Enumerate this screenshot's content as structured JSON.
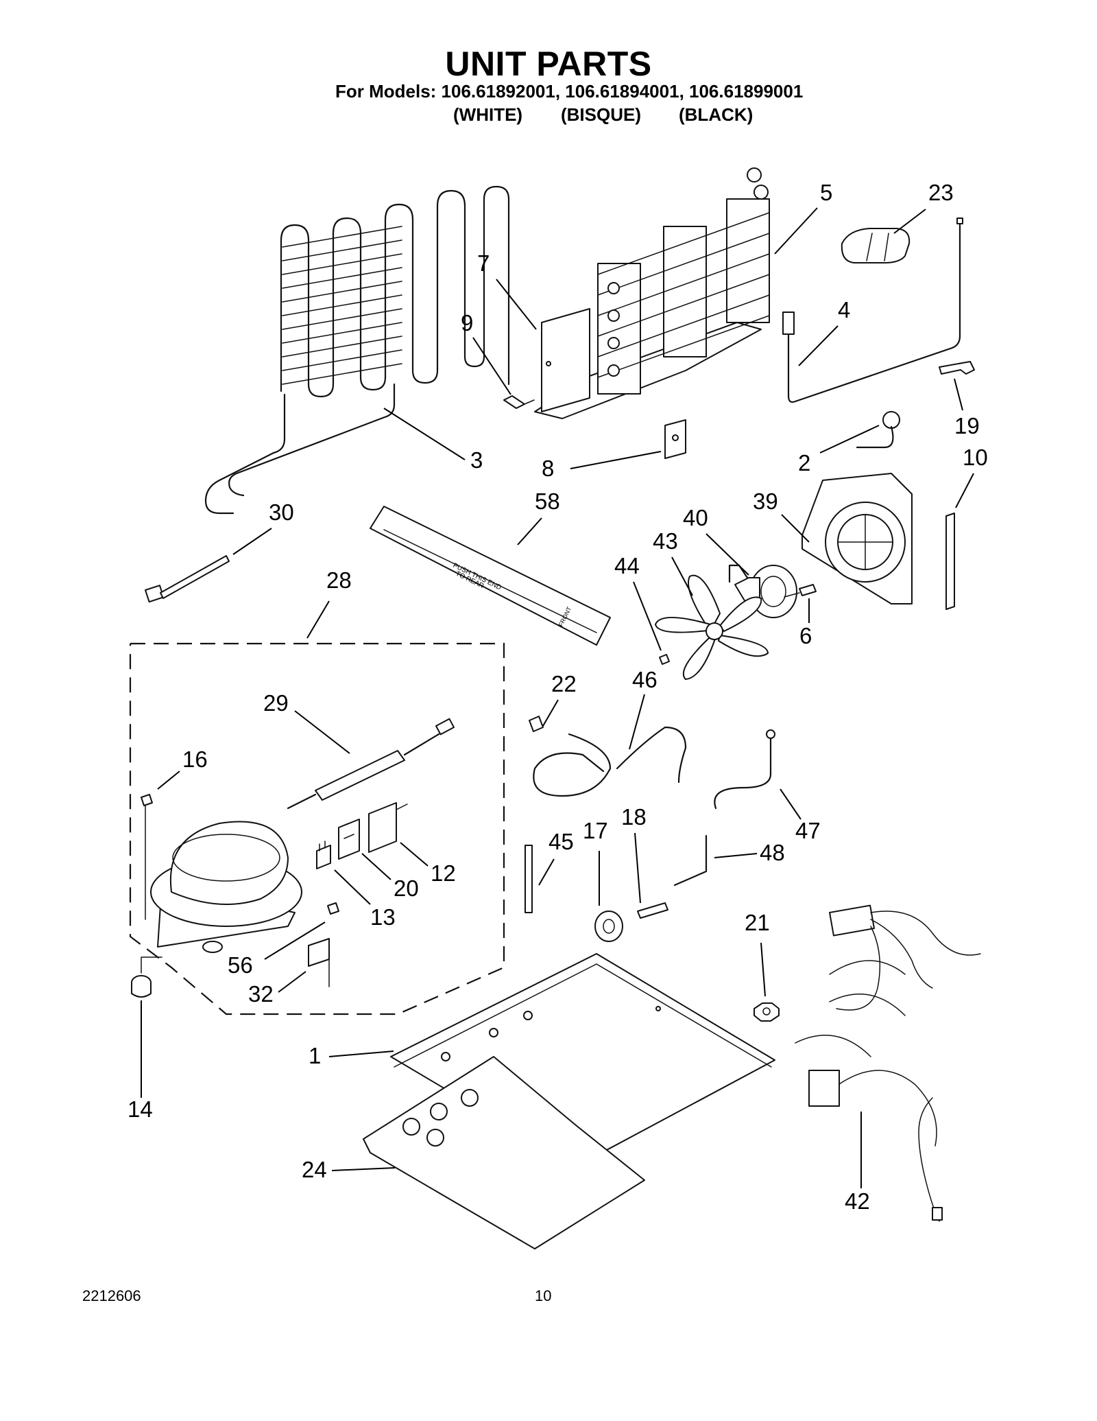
{
  "page": {
    "title": "UNIT PARTS",
    "models_line": "For Models: 106.61892001, 106.61894001, 106.61899001",
    "variants": [
      "(WHITE)",
      "(BISQUE)",
      "(BLACK)"
    ],
    "document_number": "2212606",
    "page_number": "10"
  },
  "callouts": {
    "c1": "1",
    "c2": "2",
    "c3": "3",
    "c4": "4",
    "c5": "5",
    "c6": "6",
    "c7": "7",
    "c8": "8",
    "c9": "9",
    "c10": "10",
    "c12": "12",
    "c13": "13",
    "c14": "14",
    "c16": "16",
    "c17": "17",
    "c18": "18",
    "c19": "19",
    "c20": "20",
    "c21": "21",
    "c22": "22",
    "c23": "23",
    "c24": "24",
    "c28": "28",
    "c29": "29",
    "c30": "30",
    "c32": "32",
    "c39": "39",
    "c40": "40",
    "c42": "42",
    "c43": "43",
    "c44": "44",
    "c45": "45",
    "c46": "46",
    "c47": "47",
    "c48": "48",
    "c56": "56",
    "c58": "58"
  },
  "part_markings": {
    "drip_tray_arrow_text": [
      "PUSH THIS END",
      "TO REAR"
    ],
    "drip_tray_front_text": "FRONT"
  }
}
